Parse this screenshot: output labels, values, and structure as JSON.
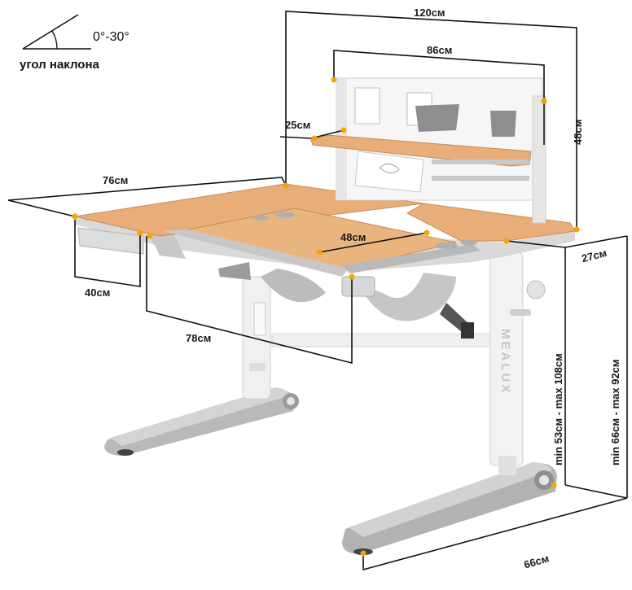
{
  "angle": {
    "range": "0°-30°",
    "caption": "угол наклона"
  },
  "dimensions": {
    "total_width": "120см",
    "shelf_width": "86см",
    "shelf_depth": "25см",
    "shelf_height": "48см",
    "desk_depth": "76см",
    "drawer_depth": "40см",
    "tabletop_width": "78см",
    "tray_width": "48см",
    "side_depth": "27см",
    "desk_height": "min 53см - max 108см",
    "total_height": "min 66см - max 92см",
    "base_depth": "66см"
  },
  "brand": "MEALUX",
  "colors": {
    "wood": "#e8ad78",
    "frame": "#e9e9e9",
    "gray": "#a9a9a9",
    "accent": "#f5a500"
  }
}
